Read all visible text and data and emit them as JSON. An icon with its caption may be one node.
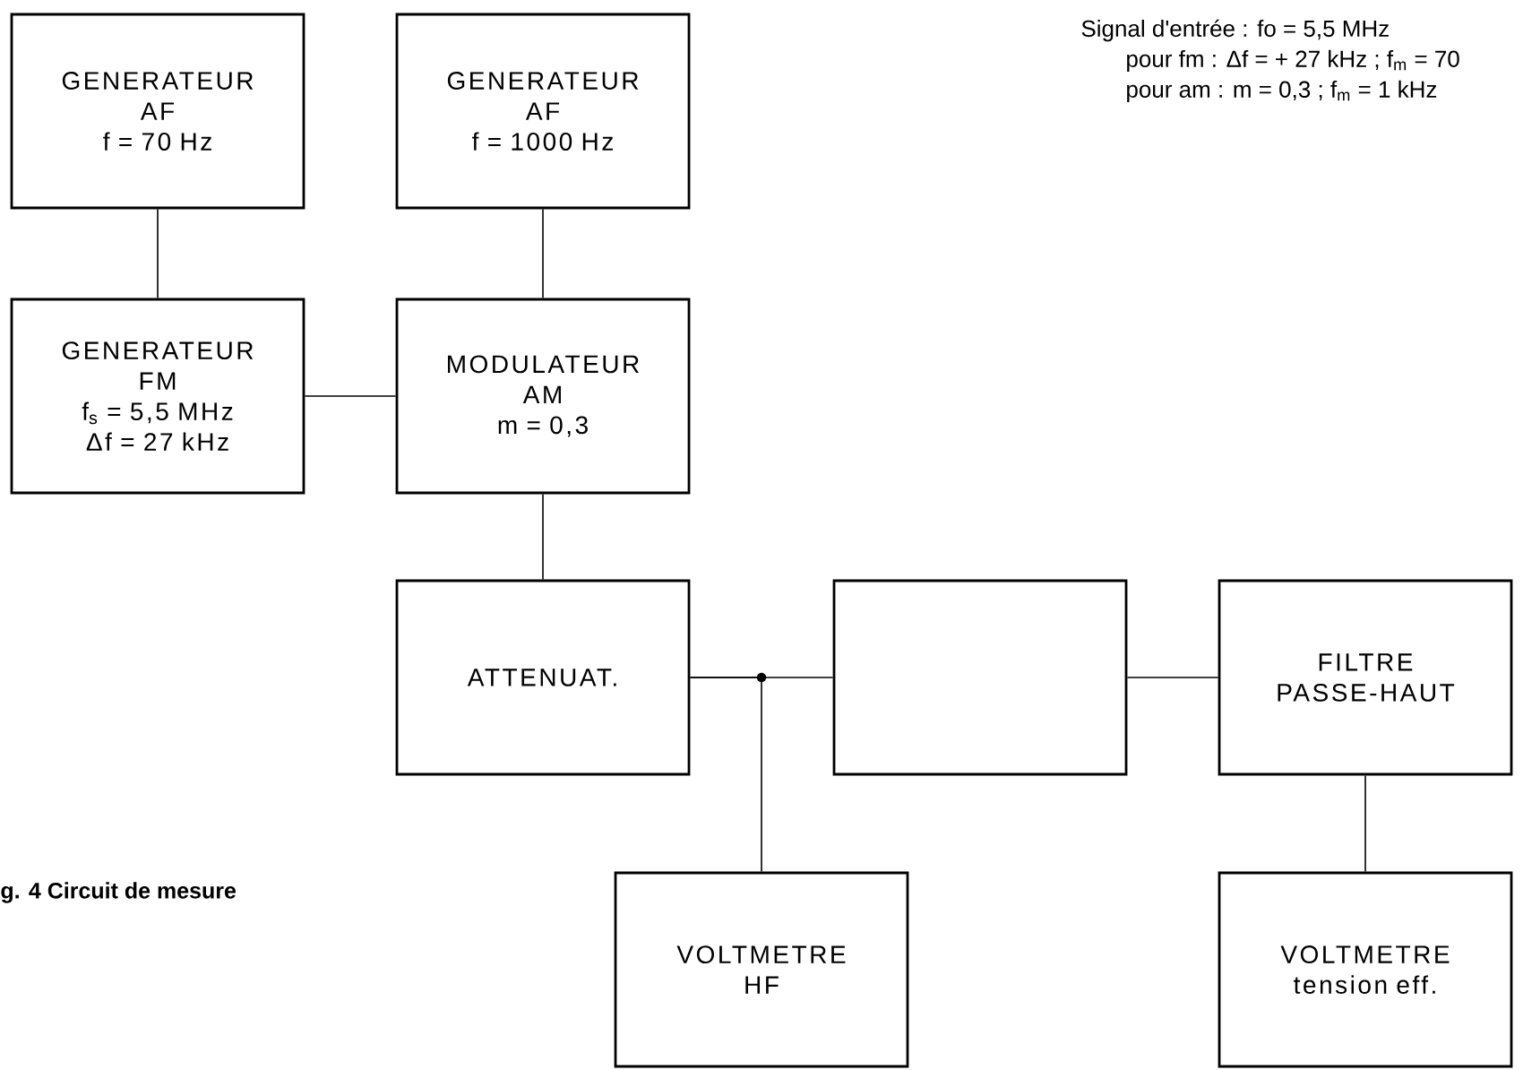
{
  "diagram": {
    "caption": "g. 4 Circuit de mesure",
    "nodes": [
      {
        "text": [
          "GENERATEUR AF",
          "f = 70 Hz"
        ]
      },
      {
        "text": [
          "GENERATEUR AF",
          "f = 1000 Hz"
        ]
      },
      {
        "text": [
          "GENERATEUR FM",
          "f$_{s}$ = 5,5 MHz",
          "Δf = 27 kHz"
        ]
      },
      {
        "text": [
          "MODULATEUR AM",
          "m = 0,3"
        ]
      },
      {
        "text": [
          "ATTENUAT."
        ]
      },
      {
        "text": [],
        "shape": "box"
      },
      {
        "text": [
          "FILTRE PASSE-HAUT"
        ]
      },
      {
        "text": [
          "VOLTMETRE HF"
        ]
      },
      {
        "text": [
          "VOLTMETRE",
          "tension eff."
        ]
      }
    ],
    "edges": [
      {
        "from": 0,
        "to": 2,
        "arrow": "none"
      },
      {
        "from": 1,
        "to": 3,
        "arrow": "none"
      },
      {
        "from": 2,
        "to": 3,
        "arrow": "none"
      },
      {
        "from": 3,
        "to": 4,
        "arrow": "none"
      },
      {
        "from": 4,
        "to": 5,
        "arrow": "none"
      },
      {
        "from": 4,
        "to": 7,
        "arrow": "none"
      },
      {
        "from": 5,
        "to": 6,
        "arrow": "none"
      },
      {
        "from": 6,
        "to": 8,
        "arrow": "none"
      }
    ],
    "labels": [
      "Signal d'entrée : fo = 5,5 MHz",
      "pour fm : Δf = + 27 kHz ; f$_{m}$ = 70",
      "pour am : m = 0,3 ; f$_{m}$ = 1 kHz"
    ]
  }
}
